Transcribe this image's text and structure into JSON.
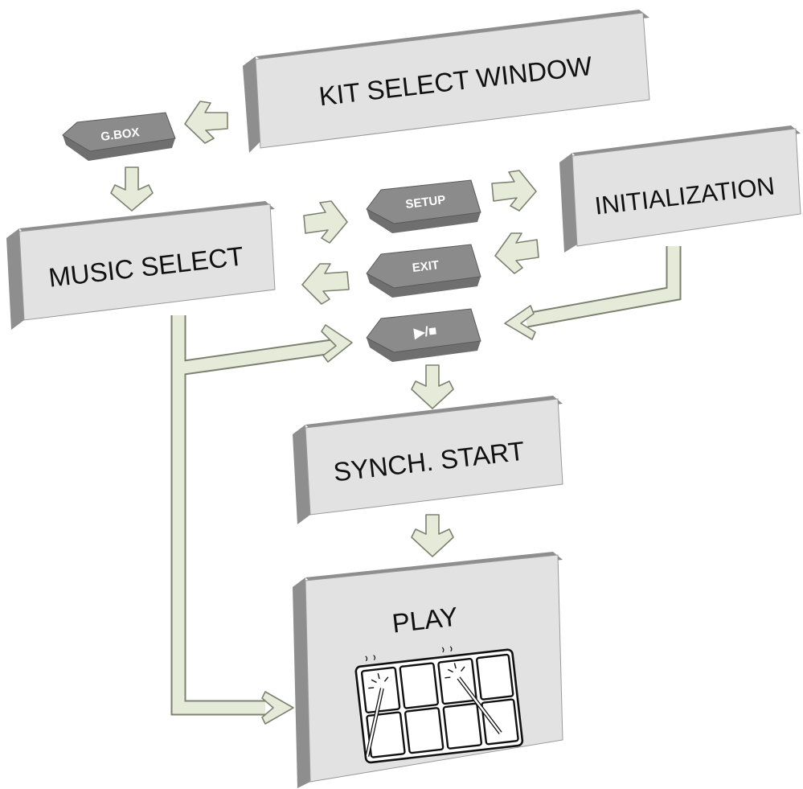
{
  "boxes": {
    "kit_select_window": "KIT SELECT WINDOW",
    "music_select": "MUSIC SELECT",
    "initialization": "INITIALIZATION",
    "synch_start": "SYNCH. START",
    "play": "PLAY"
  },
  "buttons": {
    "g_box": "G.BOX",
    "setup": "SETUP",
    "exit": "EXIT",
    "play_stop": "▶/■"
  },
  "colors": {
    "arrow_fill": "#e6ead9",
    "arrow_stroke": "#7d8170",
    "box_face": "#e2e2e2",
    "button_face": "#8b8b8b"
  }
}
